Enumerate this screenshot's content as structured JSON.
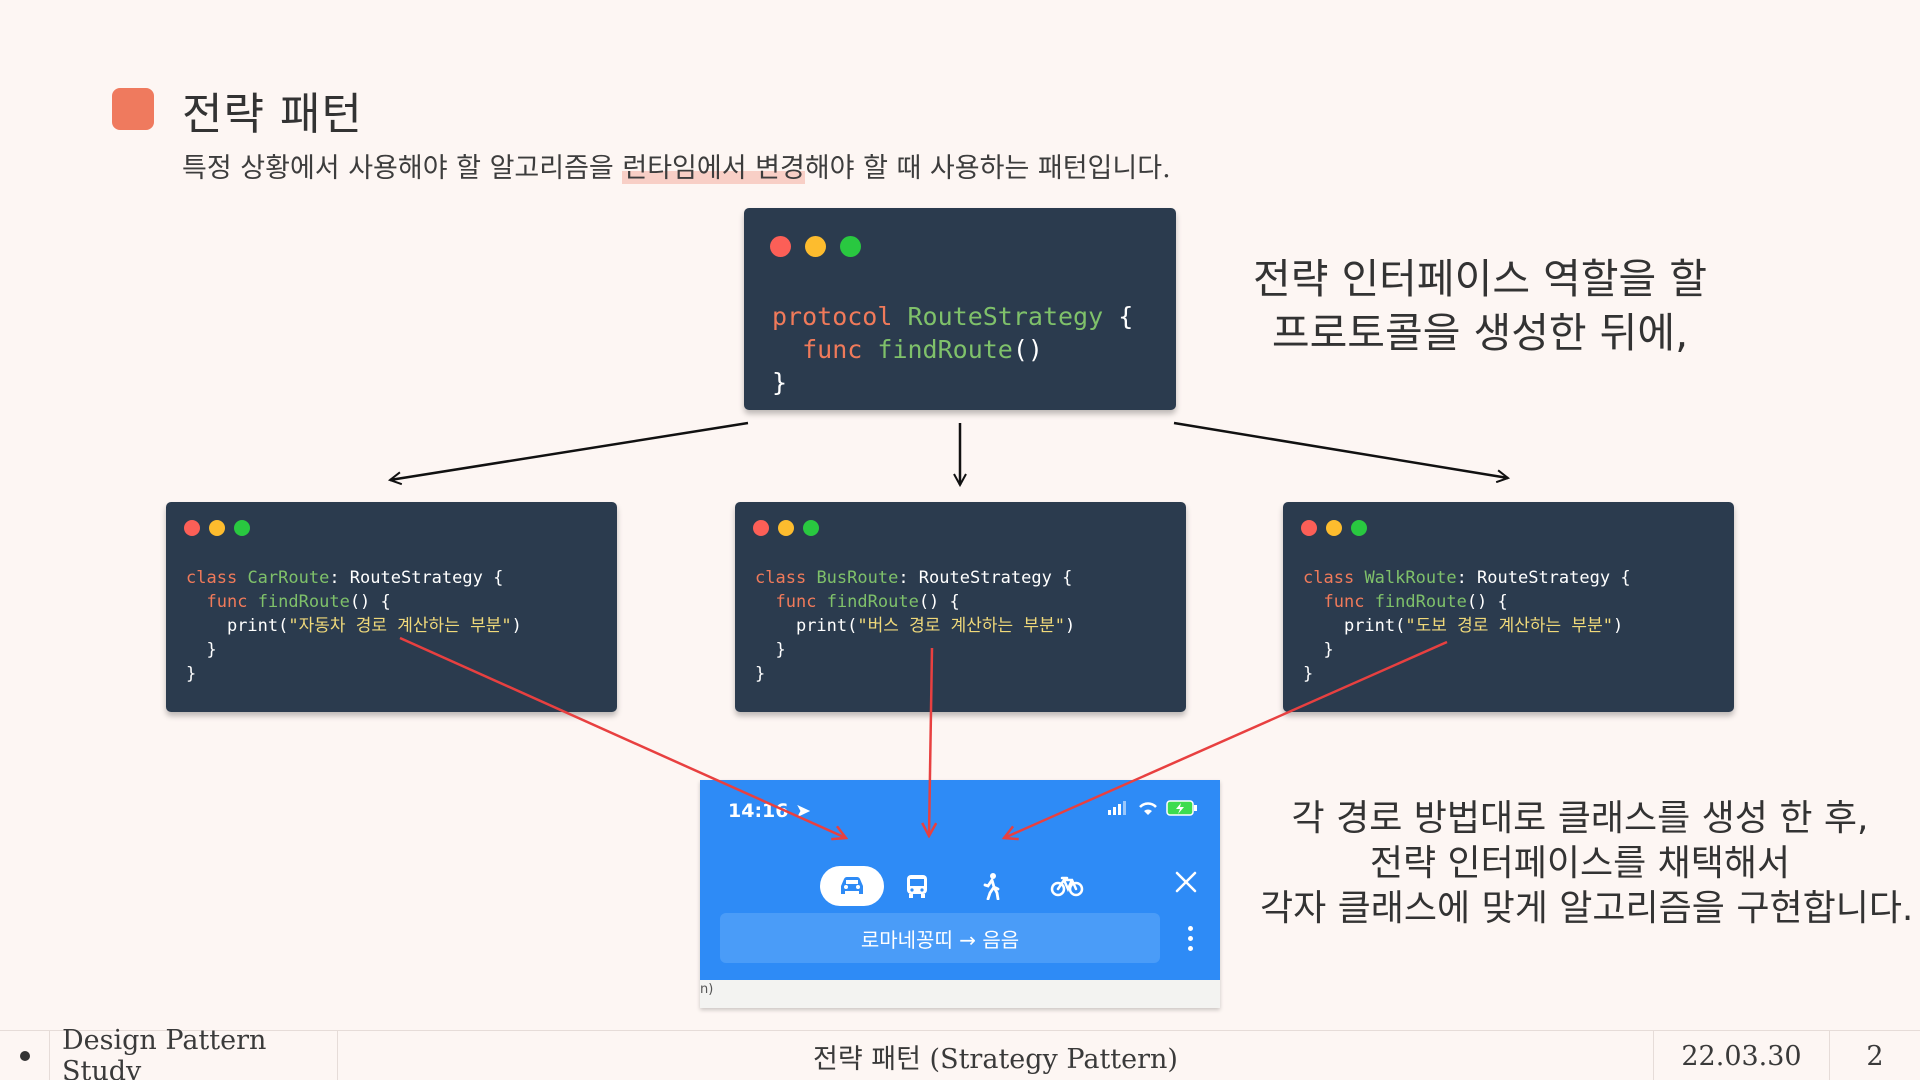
{
  "slide": {
    "title": "전략 패턴",
    "subtitle_parts": [
      "특정 상황에서 사용해야 할 알고리즘을 ",
      "런타임에서 변경",
      "해야 할 때 사용하는 패턴입니다."
    ]
  },
  "code_main": {
    "l1_kw": "protocol",
    "l1_name": "RouteStrategy",
    "l1_brace": " {",
    "l2_kw": "func",
    "l2_name": "findRoute",
    "l2_paren": "()",
    "l3": "}"
  },
  "code_classes": [
    {
      "kw": "class",
      "name": "CarRoute",
      "proto": ": RouteStrategy {",
      "fkw": "func",
      "fname": "findRoute",
      "fsig": "() {",
      "print_pre": "print(",
      "str": "\"자동차 경로 계산하는 부분\"",
      "print_post": ")",
      "close_inner": "}",
      "close_outer": "}"
    },
    {
      "kw": "class",
      "name": "BusRoute",
      "proto": ": RouteStrategy {",
      "fkw": "func",
      "fname": "findRoute",
      "fsig": "() {",
      "print_pre": "print(",
      "str": "\"버스 경로 계산하는 부분\"",
      "print_post": ")",
      "close_inner": "}",
      "close_outer": "}"
    },
    {
      "kw": "class",
      "name": "WalkRoute",
      "proto": ": RouteStrategy {",
      "fkw": "func",
      "fname": "findRoute",
      "fsig": "() {",
      "print_pre": "print(",
      "str": "\"도보 경로 계산하는 부분\"",
      "print_post": ")",
      "close_inner": "}",
      "close_outer": "}"
    }
  ],
  "notes": {
    "top": [
      "전략 인터페이스 역할을 할",
      "프로토콜을 생성한 뒤에,"
    ],
    "bottom": [
      "각 경로 방법대로 클래스를 생성 한 후,",
      "전략 인터페이스를 채택해서",
      "각자 클래스에 맞게 알고리즘을 구현합니다."
    ]
  },
  "phone": {
    "time": "14:16",
    "route_text": "로마네꽁띠 → 음음",
    "map_fragment": "n)",
    "modes": [
      "car-icon",
      "bus-icon",
      "walk-icon",
      "bike-icon"
    ],
    "active_mode": "car-icon",
    "accent": "#2e8bf6"
  },
  "footer": {
    "study": "Design Pattern Study",
    "topic": "전략 패턴 (Strategy Pattern)",
    "date": "22.03.30",
    "page": "2"
  },
  "colors": {
    "title_square": "#ef7a5e",
    "code_bg": "#2b3b4e",
    "arrow_red": "#e84040"
  }
}
